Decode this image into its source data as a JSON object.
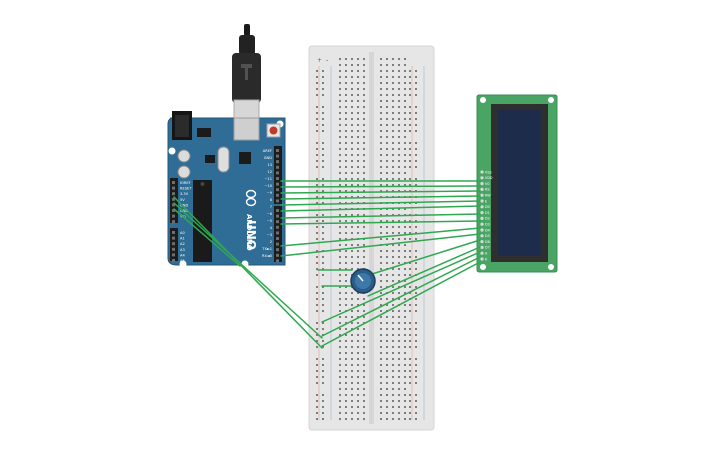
{
  "canvas": {
    "background": "#ffffff"
  },
  "arduino": {
    "brand": "ARDUINO",
    "model": "UNO",
    "board_color": "#2f6d96",
    "digital_header_labels": [
      "AREF",
      "GND",
      "13",
      "12",
      "~11",
      "~10",
      "~9",
      "8",
      "7",
      "~6",
      "~5",
      "4",
      "~3",
      "2",
      "TX►1",
      "RX◄0"
    ],
    "power_header_labels": [
      "IOREF",
      "RESET",
      "3.3V",
      "5V",
      "GND",
      "GND",
      "Vin"
    ],
    "analog_header_labels": [
      "A0",
      "A1",
      "A2",
      "A3",
      "A4",
      "A5"
    ],
    "icons": {
      "usb_plug": "usb-plug-icon",
      "reset_button": "reset-button-icon",
      "chip": "microcontroller-chip-icon",
      "barrel_jack": "power-jack-icon"
    }
  },
  "breadboard": {
    "body_color": "#e6e6e6",
    "rail_plus": "+",
    "rail_minus": "-"
  },
  "potentiometer": {
    "icon": "potentiometer-icon",
    "color": "#2a5d87"
  },
  "lcd": {
    "pcb_color": "#4aa564",
    "screen_color": "#1e2c4b",
    "pin_labels": [
      "VSS",
      "VDD",
      "V0",
      "RS",
      "RW",
      "E",
      "D0",
      "D1",
      "D2",
      "D3",
      "D4",
      "D5",
      "D6",
      "D7",
      "A",
      "K"
    ]
  },
  "wires": {
    "color": "#2fa84f"
  }
}
